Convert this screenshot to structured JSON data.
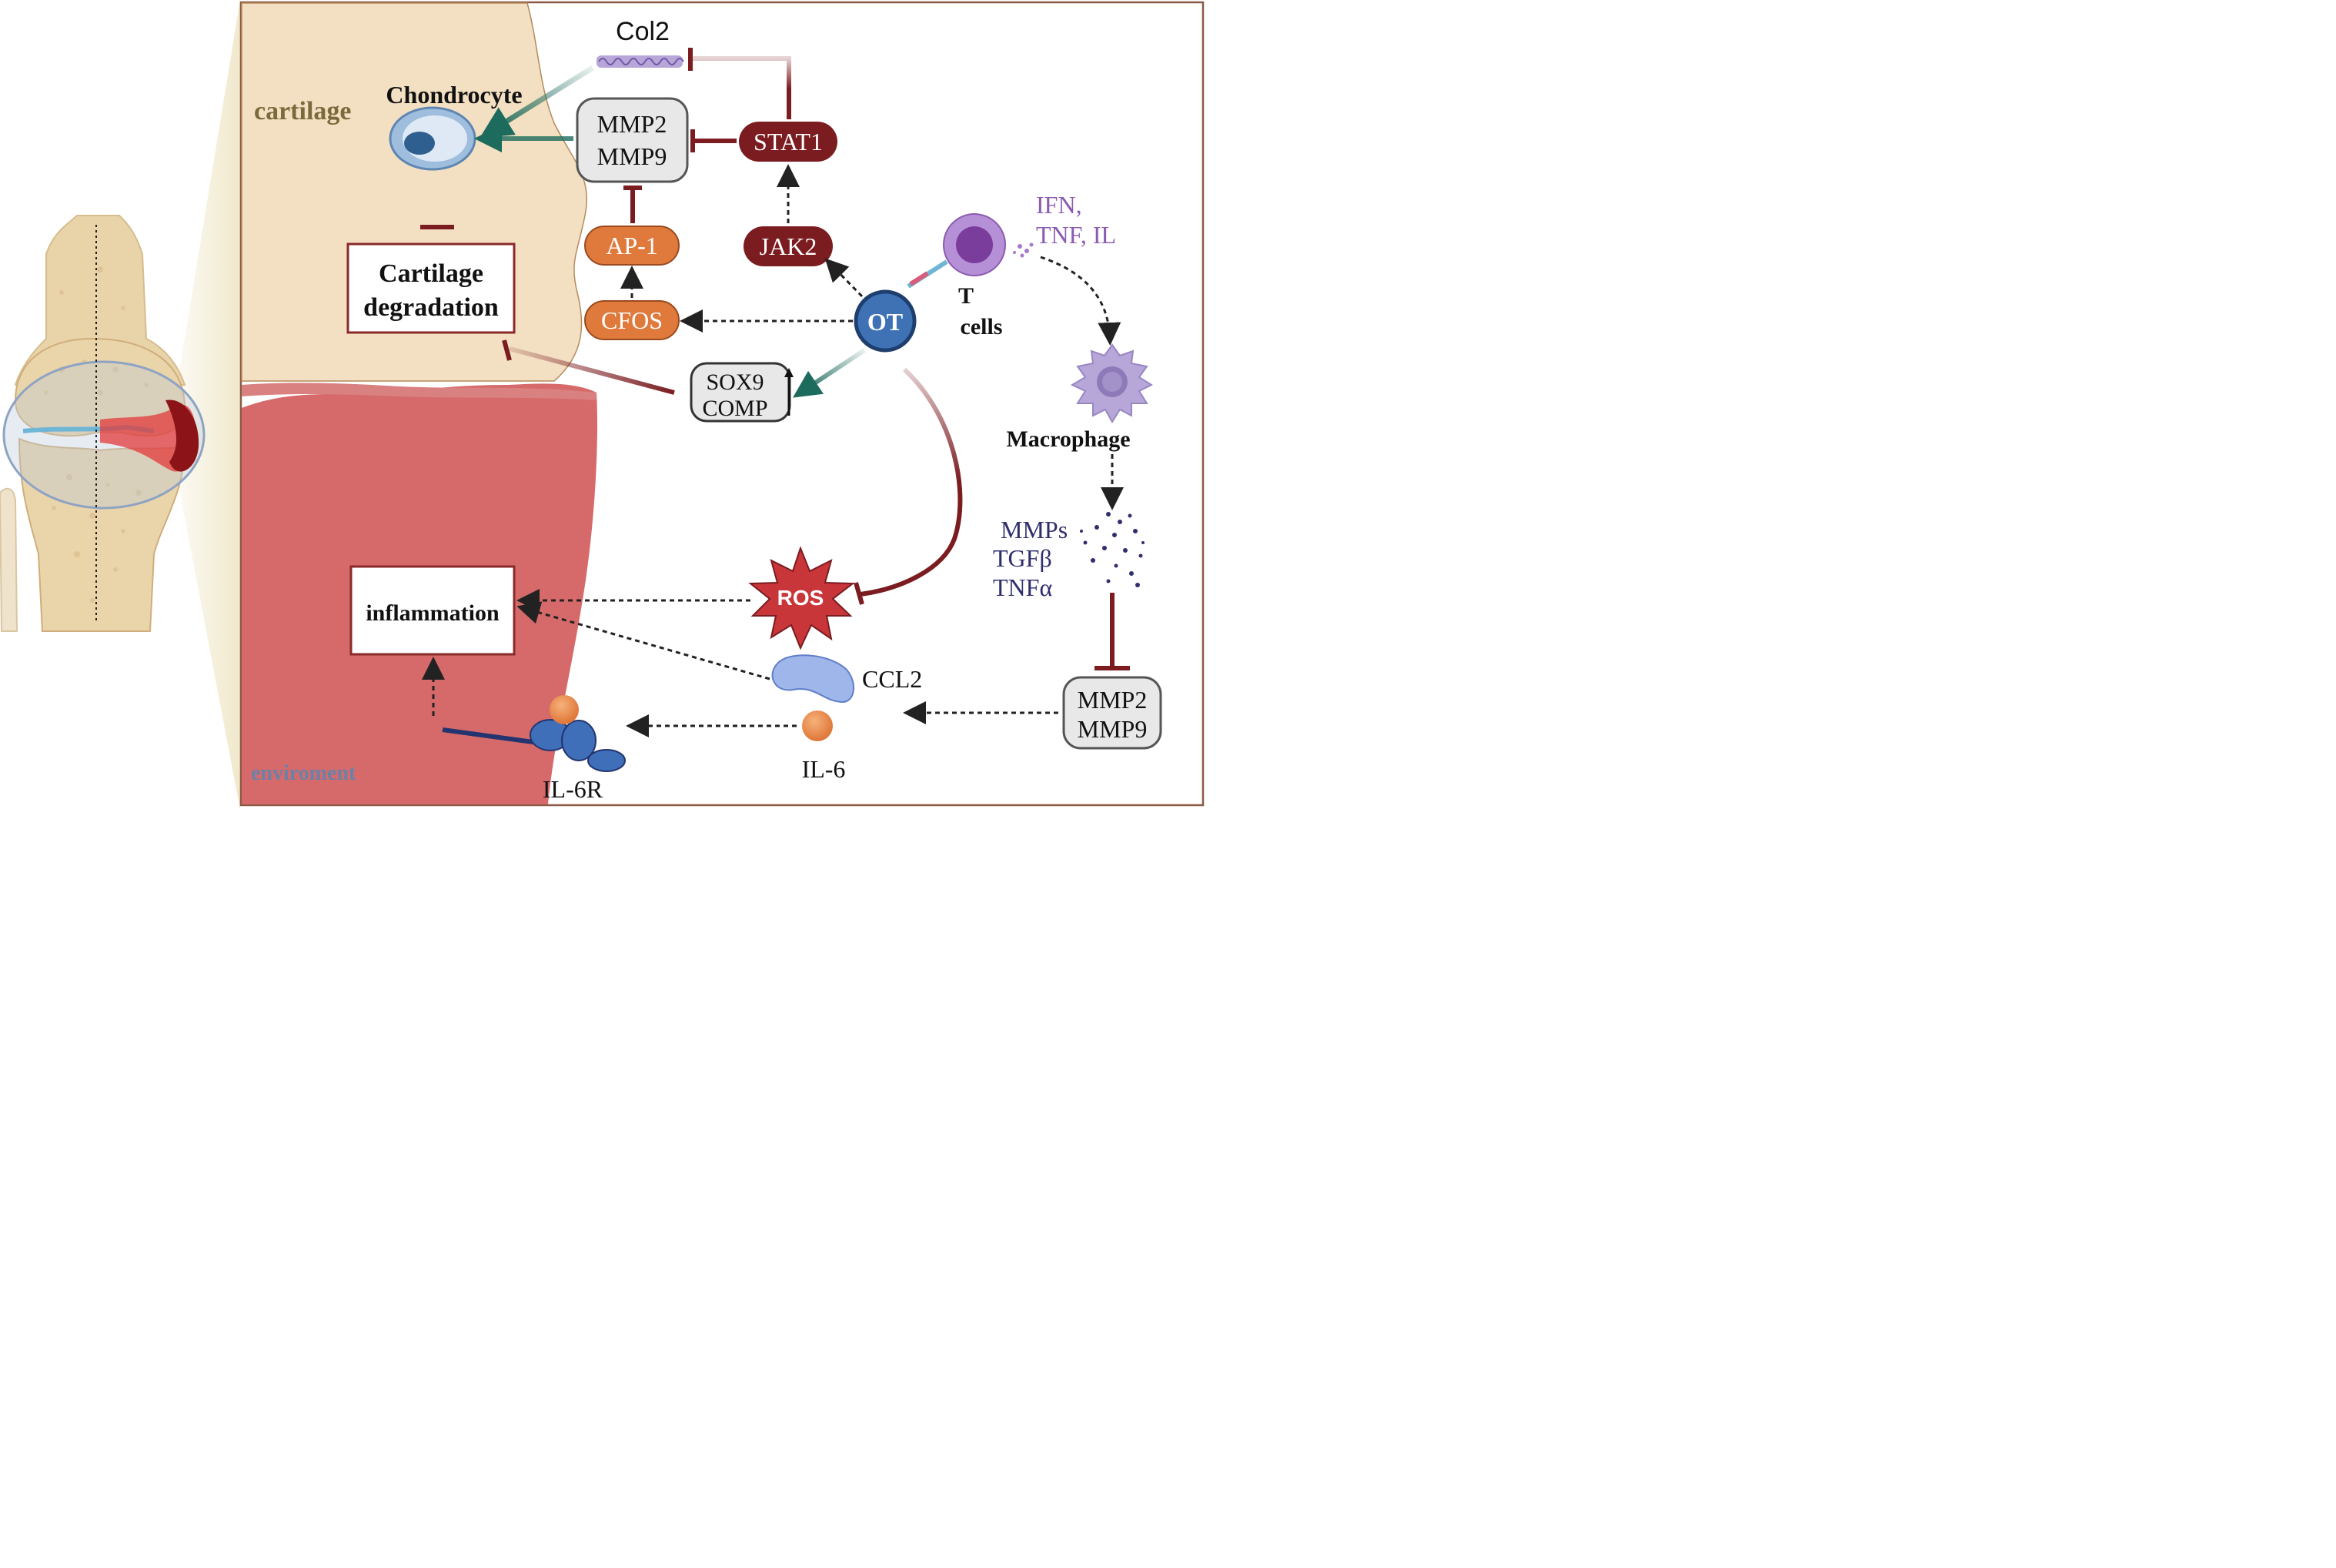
{
  "regions": {
    "cartilage": "cartilage",
    "environment": "enviroment"
  },
  "cells": {
    "chondrocyte": "Chondrocyte",
    "t_cells_line1": "T",
    "t_cells_line2": "cells",
    "macrophage": "Macrophage",
    "ot": "OT"
  },
  "molecules": {
    "col2": "Col2",
    "mmp_top_line1": "MMP2",
    "mmp_top_line2": "MMP9",
    "stat1": "STAT1",
    "jak2": "JAK2",
    "ap1": "AP-1",
    "cfos": "CFOS",
    "sox9": "SOX9",
    "comp": "COMP",
    "ros": "ROS",
    "ccl2": "CCL2",
    "il6": "IL-6",
    "il6r": "IL-6R",
    "mmp_bottom_line1": "MMP2",
    "mmp_bottom_line2": "MMP9"
  },
  "cytokines_tcell": {
    "line1": "IFN,",
    "line2": "TNF, IL"
  },
  "cytokines_macrophage": {
    "line1": "MMPs",
    "line2": "TGFβ",
    "line3": "TNFα"
  },
  "outcomes": {
    "degradation_line1": "Cartilage",
    "degradation_line2": "degradation",
    "inflammation": "inflammation"
  },
  "colors": {
    "cartilage_fill": "#f3e0c3",
    "environment_fill": "#d66a6a",
    "inhibit": "#7a1c20",
    "activate": "#1d6b5c",
    "orange_node": "#e07a3c",
    "dark_red_node": "#7a1c20",
    "ot_fill": "#3e72b5",
    "tcell_text": "#8b5bb0",
    "macro_cytokine_text": "#2f2f6e",
    "region_cartilage_text": "#7a6a3c",
    "region_env_text": "#6a82a8"
  }
}
